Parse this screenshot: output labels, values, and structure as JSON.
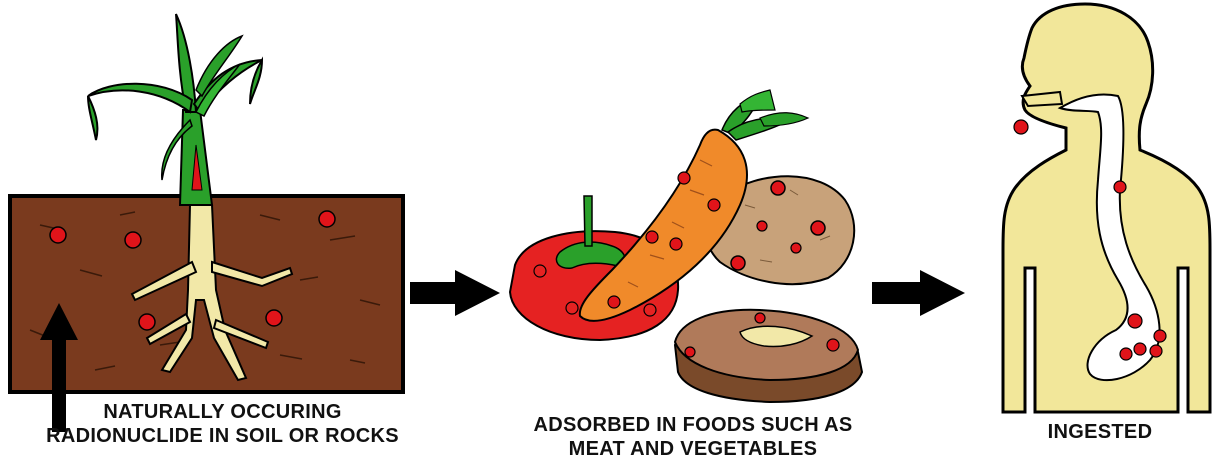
{
  "steps": [
    {
      "lines": [
        "NATURALLY OCCURING",
        "RADIONUCLIDE IN SOIL OR ROCKS"
      ]
    },
    {
      "lines": [
        "ADSORBED IN FOODS SUCH AS",
        "MEAT AND VEGETABLES"
      ]
    },
    {
      "lines": [
        "INGESTED"
      ]
    }
  ],
  "icons": {
    "soil": "soil-block-icon",
    "plant": "corn-plant-icon",
    "tomato": "tomato-icon",
    "carrot": "carrot-icon",
    "potato": "potato-icon",
    "meat": "meat-slice-icon",
    "body": "human-body-icon",
    "particle": "radionuclide-dot-icon",
    "arrow": "arrow-right-icon"
  },
  "colors": {
    "soil": "#7a3a1e",
    "particle": "#e0141a",
    "leaf": "#2aa02a",
    "root": "#f2e8a8",
    "tomato": "#e52222",
    "carrot": "#f08a2a",
    "potato": "#c8a27a",
    "meat": "#b07a5a",
    "body": "#f2e79a",
    "arrow": "#000000"
  }
}
